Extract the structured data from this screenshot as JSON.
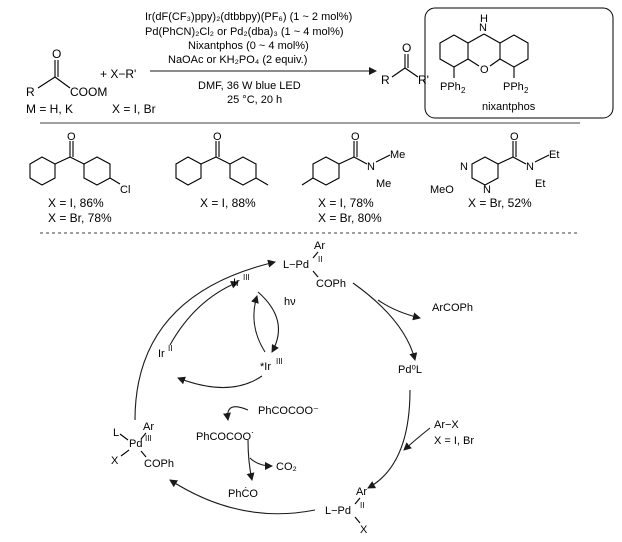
{
  "reaction": {
    "conditions": {
      "ir_catalyst": "Ir(dF(CF₃)ppy)₂(dtbbpy)(PF₆) (1 ~ 2 mol%)",
      "pd_catalyst": "Pd(PhCN)₂Cl₂ or Pd₂(dba)₃ (1 ~ 4 mol%)",
      "ligand": "Nixantphos (0 ~ 4 mol%)",
      "base": "NaOAc or KH₂PO₄ (2 equiv.)",
      "solvent_light": "DMF, 36 W  blue LED",
      "temp_time": "25 °C, 20 h"
    },
    "substrate_label": "M = H, K",
    "partner": "+ X−R'",
    "partner_label": "X = I, Br",
    "ligand_name": "nixantphos"
  },
  "products": [
    {
      "yield_1": "X = I, 86%",
      "yield_2": "X = Br, 78%"
    },
    {
      "yield_1": "X = I, 88%",
      "yield_2": ""
    },
    {
      "yield_1": "X = I, 78%",
      "yield_2": "X = Br, 80%"
    },
    {
      "yield_1": "X = Br, 52%",
      "yield_2": ""
    }
  ],
  "cycle": {
    "pd2_top": {
      "ar": "Ar",
      "pd": "L−Pd",
      "ox": "II",
      "sub": "COPh"
    },
    "product_out": "ArCOPh",
    "pd0": "Pd⁰L",
    "oxadd": {
      "reagent": "Ar−X",
      "note": "X = I, Br"
    },
    "pd2_bottom": {
      "ar": "Ar",
      "pd": "L−Pd",
      "ox": "II",
      "sub": "X"
    },
    "pd3": {
      "ar": "Ar",
      "l": "L",
      "pd": "Pd",
      "ox": "III",
      "x": "X",
      "sub": "COPh"
    },
    "ir3": "Ir",
    "ir3_ox": "III",
    "ir2": "Ir",
    "ir2_ox": "II",
    "ir3_excited": "*Ir",
    "ir3_excited_ox": "III",
    "hv": "hν",
    "carboxylate": "PhCOCOO⁻",
    "carboxyl_radical": "PhCOCOO˙",
    "co2": "CO₂",
    "benzoyl_radical": "PhĊO"
  }
}
